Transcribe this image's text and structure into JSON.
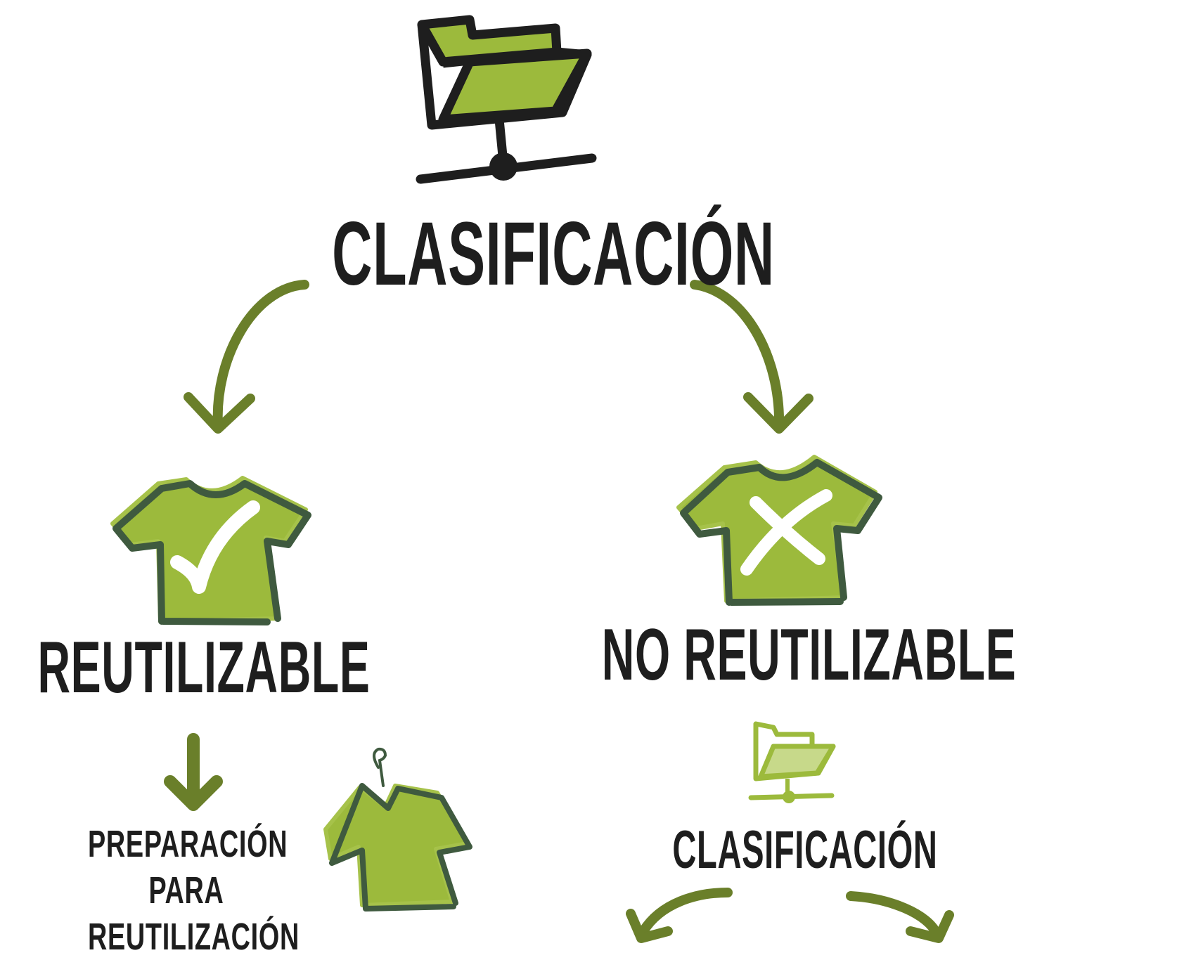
{
  "title": "CLASIFICACIÓN",
  "branches": {
    "left": {
      "label": "REUTILIZABLE",
      "status": "check"
    },
    "right": {
      "label": "NO REUTILIZABLE",
      "status": "cross"
    }
  },
  "left_outcome": {
    "label": "PREPARACIÓN PARA REUTILIZACIÓN"
  },
  "right_outcome": {
    "label": "CLASIFICACIÓN"
  },
  "colors": {
    "green_fill": "#9cba3c",
    "arrow_green": "#6a7f2a",
    "outline_dark": "#1e1e1e",
    "shirt_outline": "#3f5a3f",
    "light_green": "#a6c24a"
  },
  "icons": [
    "folder-network-icon",
    "shirt-check-icon",
    "shirt-cross-icon",
    "shirt-hanger-icon",
    "folder-network-small-icon"
  ]
}
